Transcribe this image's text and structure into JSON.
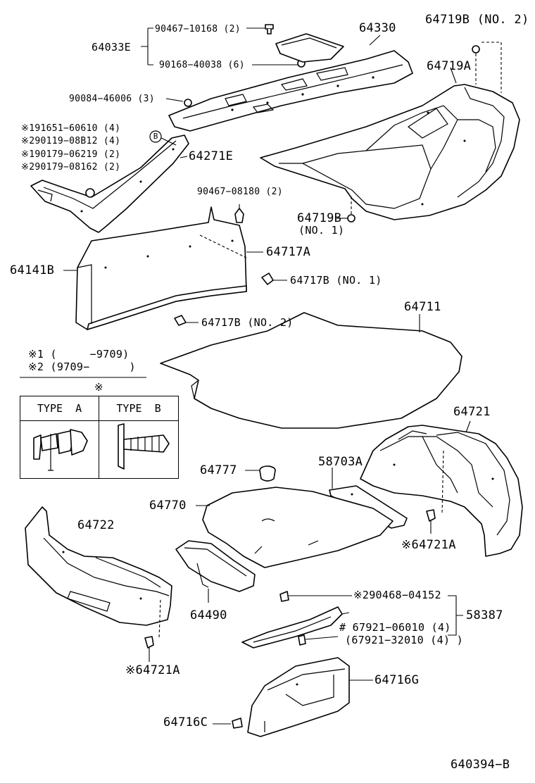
{
  "diagram": {
    "callouts": {
      "p64033E": "64033E",
      "p90467_10168": "90467−10168 (2)",
      "p90168_40038": "90168−40038 (6)",
      "p64330": "64330",
      "p64719B_no2": "64719B (NO. 2)",
      "p64719A": "64719A",
      "p90084_46006": "90084−46006 (3)",
      "p191651": "※191651−60610 (4)",
      "p290119": "※290119−08B12 (4)",
      "p190179": "※190179−06219 (2)",
      "p290179": "※290179−08162 (2)",
      "p64271E": "64271E",
      "p90467_08180": "90467−08180 (2)",
      "p64719B_no1a": "64719B",
      "p64719B_no1b": "(NO. 1)",
      "p64717A": "64717A",
      "p64141B": "64141B",
      "p64717B_no1": "64717B (NO. 1)",
      "p64717B_no2": "64717B (NO. 2)",
      "p64711": "64711",
      "note1": "※1 (     −9709)",
      "note2": "※2 (9709−      )",
      "p64721": "64721",
      "p64777": "64777",
      "p58703A": "58703A",
      "p64770": "64770",
      "p64722": "64722",
      "p64721A_r": "※64721A",
      "p64490": "64490",
      "p290468": "※290468−04152",
      "p58387": "58387",
      "p67921_06010": "# 67921−06010 (4)",
      "p67921_32010": "(67921−32010 (4) )",
      "p64721A_l": "※64721A",
      "p64716G": "64716G",
      "p64716C": "64716C",
      "ref": "640394−B"
    },
    "circle_b": "B",
    "legend": {
      "marker": "※",
      "type_a": "TYPE  A",
      "type_b": "TYPE  B"
    }
  }
}
